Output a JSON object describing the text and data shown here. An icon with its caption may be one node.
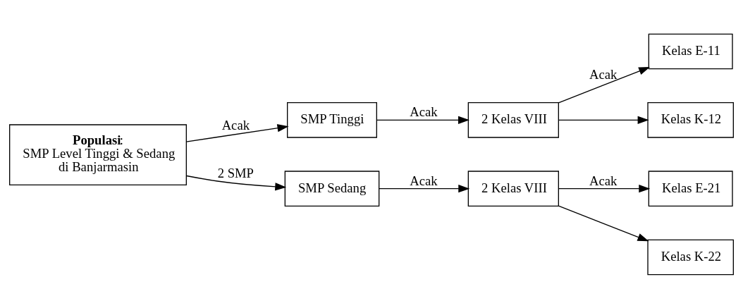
{
  "diagram": {
    "nodes": [
      {
        "text": [
          "**Populasi**:",
          "SMP Level Tinggi & Sedang",
          "di Banjarmasin"
        ]
      },
      {
        "text": [
          "SMP Tinggi"
        ]
      },
      {
        "text": [
          "2 Kelas VIII"
        ]
      },
      {
        "text": [
          "Kelas E-11"
        ]
      },
      {
        "text": [
          "Kelas K-12"
        ]
      },
      {
        "text": [
          "SMP Sedang"
        ]
      },
      {
        "text": [
          "2 Kelas VIII"
        ]
      },
      {
        "text": [
          "Kelas E-21"
        ]
      },
      {
        "text": [
          "Kelas K-22"
        ]
      }
    ],
    "edges": [
      {
        "from": 0,
        "to": 1,
        "arrow": "to",
        "label": "Acak"
      },
      {
        "from": 0,
        "to": 5,
        "arrow": "to",
        "label": "2 SMP"
      },
      {
        "from": 1,
        "to": 2,
        "arrow": "to",
        "label": "Acak"
      },
      {
        "from": 2,
        "to": 3,
        "arrow": "to",
        "label": "Acak"
      },
      {
        "from": 2,
        "to": 4,
        "arrow": "to"
      },
      {
        "from": 5,
        "to": 6,
        "arrow": "to",
        "label": "Acak"
      },
      {
        "from": 6,
        "to": 7,
        "arrow": "to",
        "label": "Acak"
      },
      {
        "from": 6,
        "to": 8,
        "arrow": "to"
      }
    ]
  }
}
